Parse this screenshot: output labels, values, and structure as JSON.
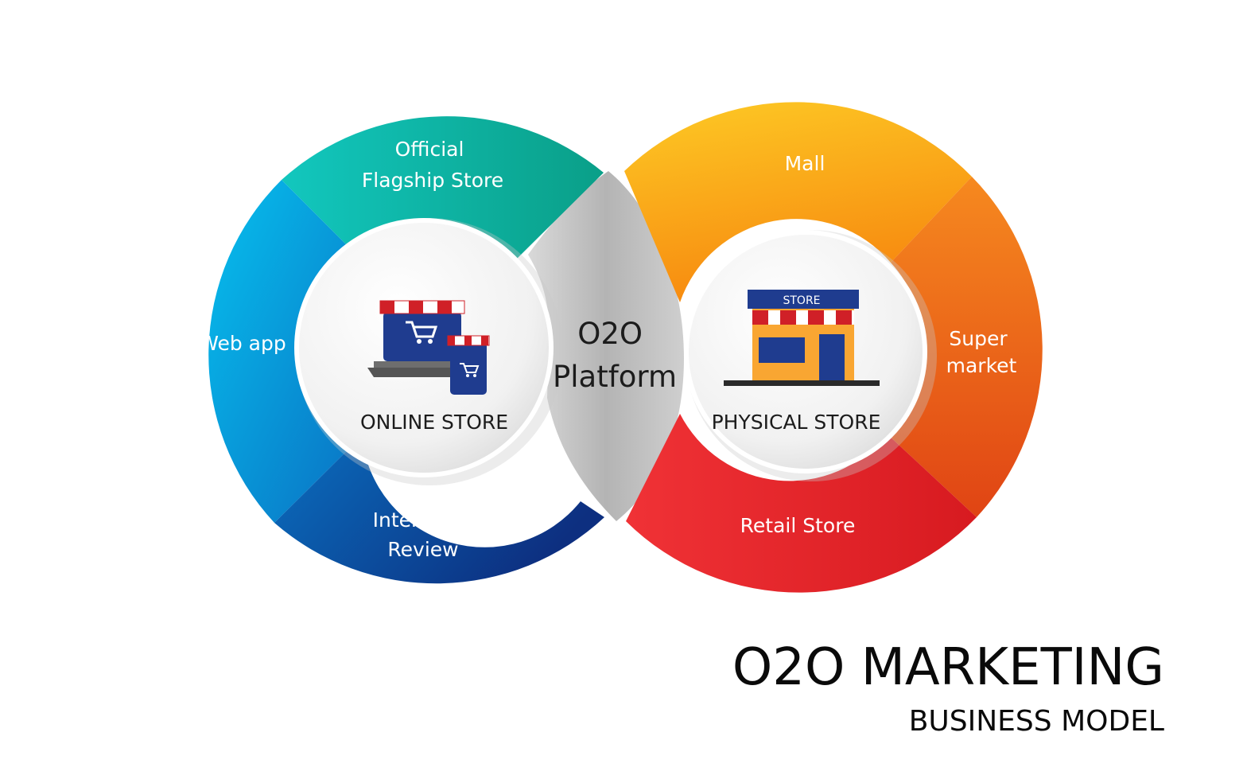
{
  "center": {
    "line1": "O2O",
    "line2": "Platform"
  },
  "online": {
    "hub_label": "ONLINE STORE",
    "segments": {
      "official_line1": "Official",
      "official_line2": "Flagship Store",
      "webapp": "Web app",
      "review_line1": "Interctive",
      "review_line2": "Review"
    }
  },
  "physical": {
    "hub_label": "PHYSICAL STORE",
    "sign": "STORE",
    "segments": {
      "mall": "Mall",
      "super_line1": "Super",
      "super_line2": "market",
      "retail": "Retail Store"
    }
  },
  "title": {
    "main": "O2O MARKETING",
    "sub": "BUSINESS MODEL"
  },
  "colors": {
    "teal": "#0bb3a2",
    "blue": "#0b8fd6",
    "navy": "#123f8e",
    "orange": "#fb9a16",
    "red": "#ea2025",
    "gray": "#bcbcbc"
  }
}
